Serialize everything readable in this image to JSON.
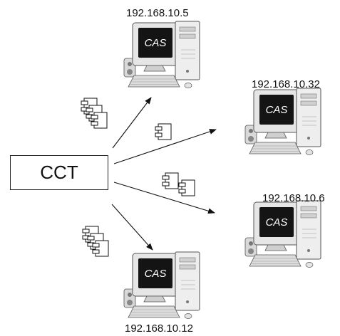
{
  "source": {
    "label": "CCT"
  },
  "screen_label": "CAS",
  "hosts": [
    {
      "ip": "192.168.10.5"
    },
    {
      "ip": "192.168.10.32"
    },
    {
      "ip": "192.168.10.6"
    },
    {
      "ip": "192.168.10.12"
    }
  ],
  "icons": {
    "computer": "desktop-computer-icon",
    "component": "component-icon"
  }
}
